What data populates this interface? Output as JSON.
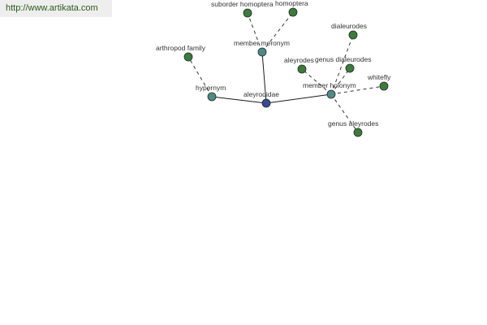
{
  "site": {
    "link_text": "http://www.artikata.com"
  },
  "colors": {
    "center": "#3a4a98",
    "relation": "#4f8a8a",
    "leaf": "#3d7a3d"
  },
  "graph": {
    "nodes": {
      "aleyrodidae": {
        "label": "aleyrodidae",
        "kind": "center"
      },
      "hypernym": {
        "label": "hypernym",
        "kind": "relation"
      },
      "member_meronym": {
        "label": "member meronym",
        "kind": "relation"
      },
      "member_holonym": {
        "label": "member holonym",
        "kind": "relation"
      },
      "arthropod_family": {
        "label": "arthropod family",
        "kind": "leaf"
      },
      "suborder_homoptera": {
        "label": "suborder homoptera",
        "kind": "leaf"
      },
      "homoptera": {
        "label": "homoptera",
        "kind": "leaf"
      },
      "dialeurodes": {
        "label": "dialeurodes",
        "kind": "leaf"
      },
      "aleyrodes": {
        "label": "aleyrodes",
        "kind": "leaf"
      },
      "genus_dialeurodes": {
        "label": "genus dialeurodes",
        "kind": "leaf"
      },
      "whitefly": {
        "label": "whitefly",
        "kind": "leaf"
      },
      "genus_aleyrodes": {
        "label": "genus aleyrodes",
        "kind": "leaf"
      }
    },
    "edges": [
      {
        "from": "aleyrodidae",
        "to": "hypernym",
        "style": "solid"
      },
      {
        "from": "aleyrodidae",
        "to": "member_meronym",
        "style": "solid"
      },
      {
        "from": "aleyrodidae",
        "to": "member_holonym",
        "style": "solid"
      },
      {
        "from": "hypernym",
        "to": "arthropod_family",
        "style": "dashed"
      },
      {
        "from": "member_meronym",
        "to": "suborder_homoptera",
        "style": "dashed"
      },
      {
        "from": "member_meronym",
        "to": "homoptera",
        "style": "dashed"
      },
      {
        "from": "member_holonym",
        "to": "dialeurodes",
        "style": "dashed"
      },
      {
        "from": "member_holonym",
        "to": "aleyrodes",
        "style": "dashed"
      },
      {
        "from": "member_holonym",
        "to": "genus_dialeurodes",
        "style": "dashed"
      },
      {
        "from": "member_holonym",
        "to": "whitefly",
        "style": "dashed"
      },
      {
        "from": "member_holonym",
        "to": "genus_aleyrodes",
        "style": "dashed"
      }
    ]
  }
}
